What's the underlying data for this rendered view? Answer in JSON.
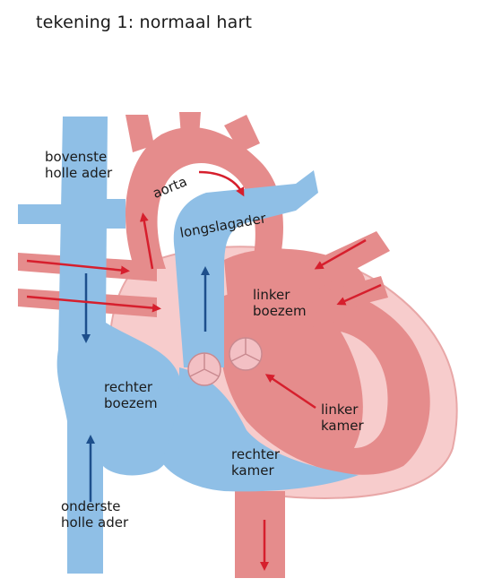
{
  "title": "tekening 1: normaal hart",
  "labels": {
    "bovenste_holle_ader": [
      "bovenste",
      "holle ader"
    ],
    "aorta": "aorta",
    "longslagader": "longslagader",
    "linker_boezem": [
      "linker",
      "boezem"
    ],
    "rechter_boezem": [
      "rechter",
      "boezem"
    ],
    "linker_kamer": [
      "linker",
      "kamer"
    ],
    "rechter_kamer": [
      "rechter",
      "kamer"
    ],
    "onderste_holle_ader": [
      "onderste",
      "holle ader"
    ]
  },
  "colors": {
    "oxygen_poor_blue": "#8fbfe6",
    "oxygen_rich_red": "#e58c8c",
    "heart_wall_pink": "#f7cccc",
    "blue_arrow": "#1d4f8c",
    "red_arrow": "#d61f2d",
    "valve": "#f3c0c4"
  },
  "icons": [
    "valve-icon",
    "flow-arrow-icon"
  ]
}
